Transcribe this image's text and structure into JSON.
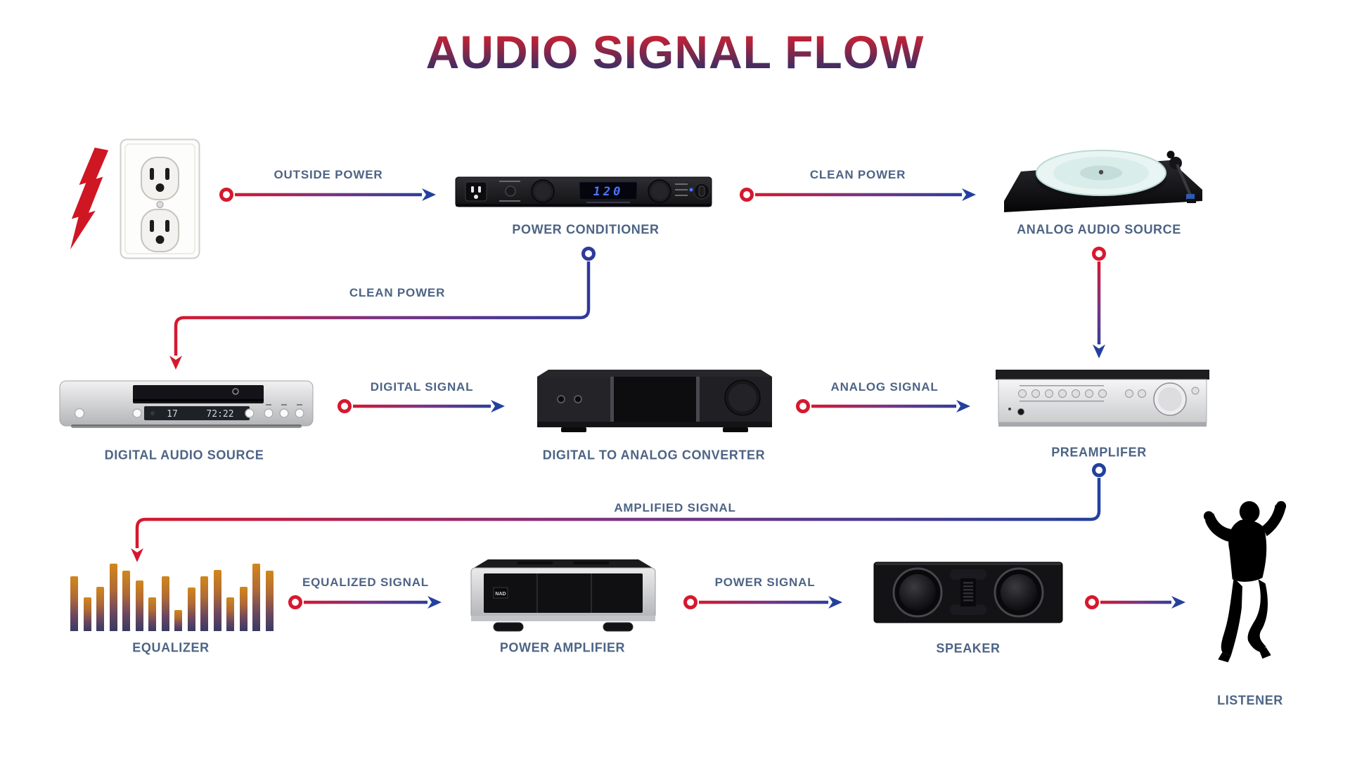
{
  "title": "AUDIO SIGNAL FLOW",
  "colors": {
    "background": "#ffffff",
    "label": "#4d6485",
    "arrow_red": "#d6182e",
    "arrow_blue": "#24409f",
    "arrow_mid_purple": "#7b3483",
    "ring_indigo": "#2f3a9b",
    "title_top": "#d32030",
    "title_bottom": "#26306b",
    "display_blue": "#4f74ff",
    "bolt_red": "#cf1623"
  },
  "nodes": {
    "wall_outlet": {
      "label": ""
    },
    "power_conditioner": {
      "label": "POWER CONDITIONER",
      "display": "120"
    },
    "analog_source": {
      "label": "ANALOG AUDIO SOURCE"
    },
    "digital_source": {
      "label": "DIGITAL AUDIO SOURCE",
      "display_track": "17",
      "display_time": "72:22"
    },
    "dac": {
      "label": "DIGITAL TO ANALOG CONVERTER"
    },
    "preamp": {
      "label": "PREAMPLIFER"
    },
    "equalizer": {
      "label": "EQUALIZER",
      "bars": [
        78,
        48,
        63,
        96,
        86,
        72,
        48,
        78,
        30,
        62,
        78,
        87,
        48,
        63,
        96,
        86
      ]
    },
    "power_amp": {
      "label": "POWER AMPLIFIER",
      "badge": "NAD"
    },
    "speaker": {
      "label": "SPEAKER"
    },
    "listener": {
      "label": "LISTENER"
    }
  },
  "connections": [
    {
      "from": "wall-outlet",
      "to": "power-conditioner",
      "label": "OUTSIDE POWER"
    },
    {
      "from": "power-conditioner",
      "to": "analog-audio-source",
      "label": "CLEAN POWER"
    },
    {
      "from": "power-conditioner",
      "to": "digital-audio-source",
      "label": "CLEAN POWER"
    },
    {
      "from": "analog-audio-source",
      "to": "preamplifier",
      "label": ""
    },
    {
      "from": "digital-audio-source",
      "to": "digital-to-analog-converter",
      "label": "DIGITAL SIGNAL"
    },
    {
      "from": "digital-to-analog-converter",
      "to": "preamplifier",
      "label": "ANALOG SIGNAL"
    },
    {
      "from": "preamplifier",
      "to": "equalizer",
      "label": "AMPLIFIED SIGNAL"
    },
    {
      "from": "equalizer",
      "to": "power-amplifier",
      "label": "EQUALIZED SIGNAL"
    },
    {
      "from": "power-amplifier",
      "to": "speaker",
      "label": "POWER SIGNAL"
    },
    {
      "from": "speaker",
      "to": "listener",
      "label": ""
    }
  ]
}
